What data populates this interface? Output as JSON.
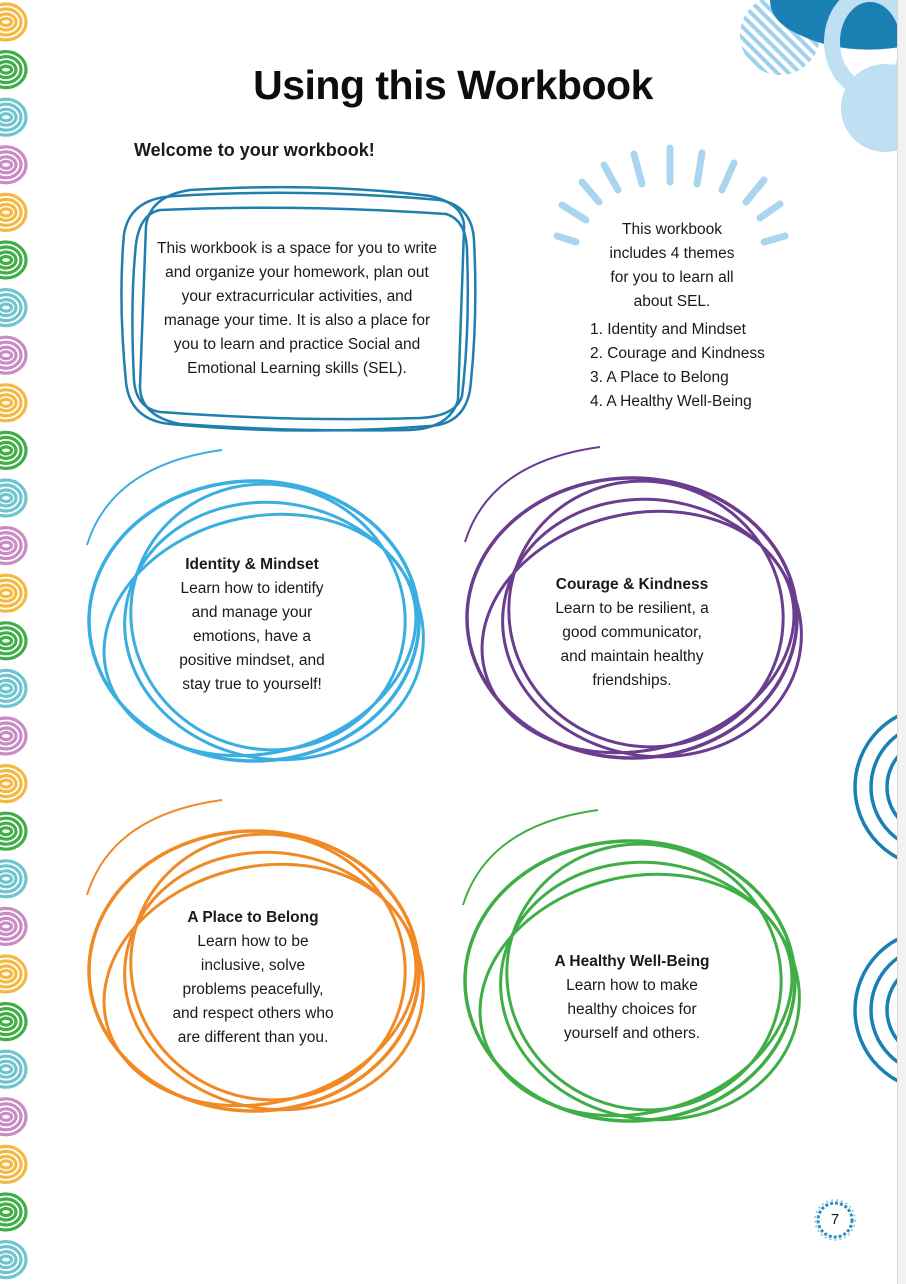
{
  "title": "Using this Workbook",
  "welcome": "Welcome to your workbook!",
  "intro_lines": [
    "This workbook is a space for you to write",
    "and organize your homework, plan out",
    "your extracurricular activities, and",
    "manage your time. It is also a place for",
    "you to learn and practice Social and",
    "Emotional Learning skills (SEL)."
  ],
  "themes_intro_lines": [
    "This workbook",
    "includes 4 themes",
    "for you to learn all",
    "about SEL."
  ],
  "themes_list": [
    "1. Identity and Mindset",
    "2. Courage and Kindness",
    "3. A Place to Belong",
    "4. A Healthy Well-Being"
  ],
  "cards": [
    {
      "heading": "Identity & Mindset",
      "lines": [
        "Learn how to identify",
        "and manage your",
        "emotions, have a",
        "positive mindset, and",
        "stay true to yourself!"
      ],
      "color": "#3aaee0"
    },
    {
      "heading": "Courage & Kindness",
      "lines": [
        "Learn to be resilient, a",
        "good communicator,",
        "and maintain healthy",
        "friendships."
      ],
      "color": "#6a3d8f"
    },
    {
      "heading": "A Place to Belong",
      "lines": [
        "Learn how to be",
        "inclusive, solve",
        "problems peacefully,",
        "and respect others who",
        "are different than you."
      ],
      "color": "#f08a24"
    },
    {
      "heading": "A Healthy Well-Being",
      "lines": [
        "Learn how to make",
        "healthy choices for",
        "yourself and others."
      ],
      "color": "#3fae46"
    }
  ],
  "page_number": "7",
  "colors": {
    "spiral_orange": "#f5b942",
    "spiral_green": "#3fae46",
    "spiral_teal": "#6ec4cf",
    "spiral_purple": "#c98bc4",
    "frame_blue": "#1f7fad",
    "deco_blue": "#1a7fb3",
    "deco_light": "#bfe0f2"
  },
  "icons": {
    "spiral_border": "spiral-binding-icon",
    "rays": "sunburst-rays-icon",
    "arcs": "concentric-arcs-icon"
  }
}
